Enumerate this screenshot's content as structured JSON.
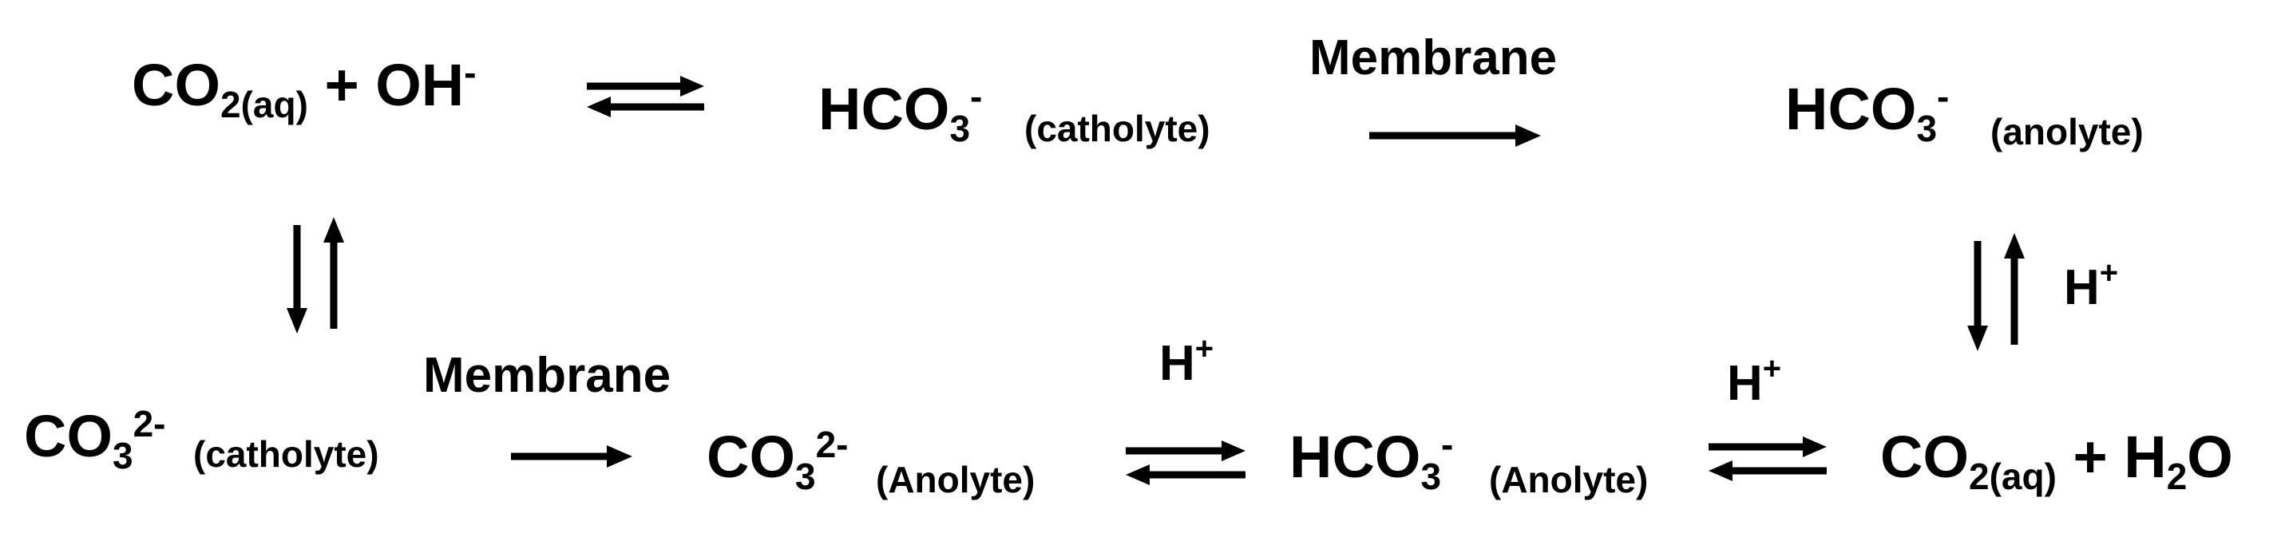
{
  "species": {
    "co2_oh": {
      "co2": "CO",
      "co2_sub": "2(aq)",
      "plus": " + OH",
      "oh_sup": "-"
    },
    "hco3_catholyte": {
      "main": "HCO",
      "sub": "3",
      "sup": "-",
      "loc": "(catholyte)"
    },
    "hco3_anolyte_top": {
      "main": "HCO",
      "sub": "3",
      "sup": "-",
      "loc": "(anolyte)"
    },
    "co3_catholyte": {
      "main": "CO",
      "sub": "3",
      "sup": "2-",
      "loc": "(catholyte)"
    },
    "co3_anolyte": {
      "main": "CO",
      "sub": "3",
      "sup": "2-",
      "loc": "(Anolyte)"
    },
    "hco3_anolyte_bottom": {
      "main": "HCO",
      "sub": "3",
      "sup": "-",
      "loc": "(Anolyte)"
    },
    "co2_h2o": {
      "co2": "CO",
      "co2_sub": "2(aq)",
      "plus": " + H",
      "h2o_sub": "2",
      "o": "O"
    }
  },
  "labels": {
    "membrane_top": "Membrane",
    "membrane_bottom": "Membrane",
    "h_plus_right": {
      "main": "H",
      "sup": "+"
    },
    "h_plus_mid1": {
      "main": "H",
      "sup": "+"
    },
    "h_plus_mid2": {
      "main": "H",
      "sup": "+"
    }
  }
}
